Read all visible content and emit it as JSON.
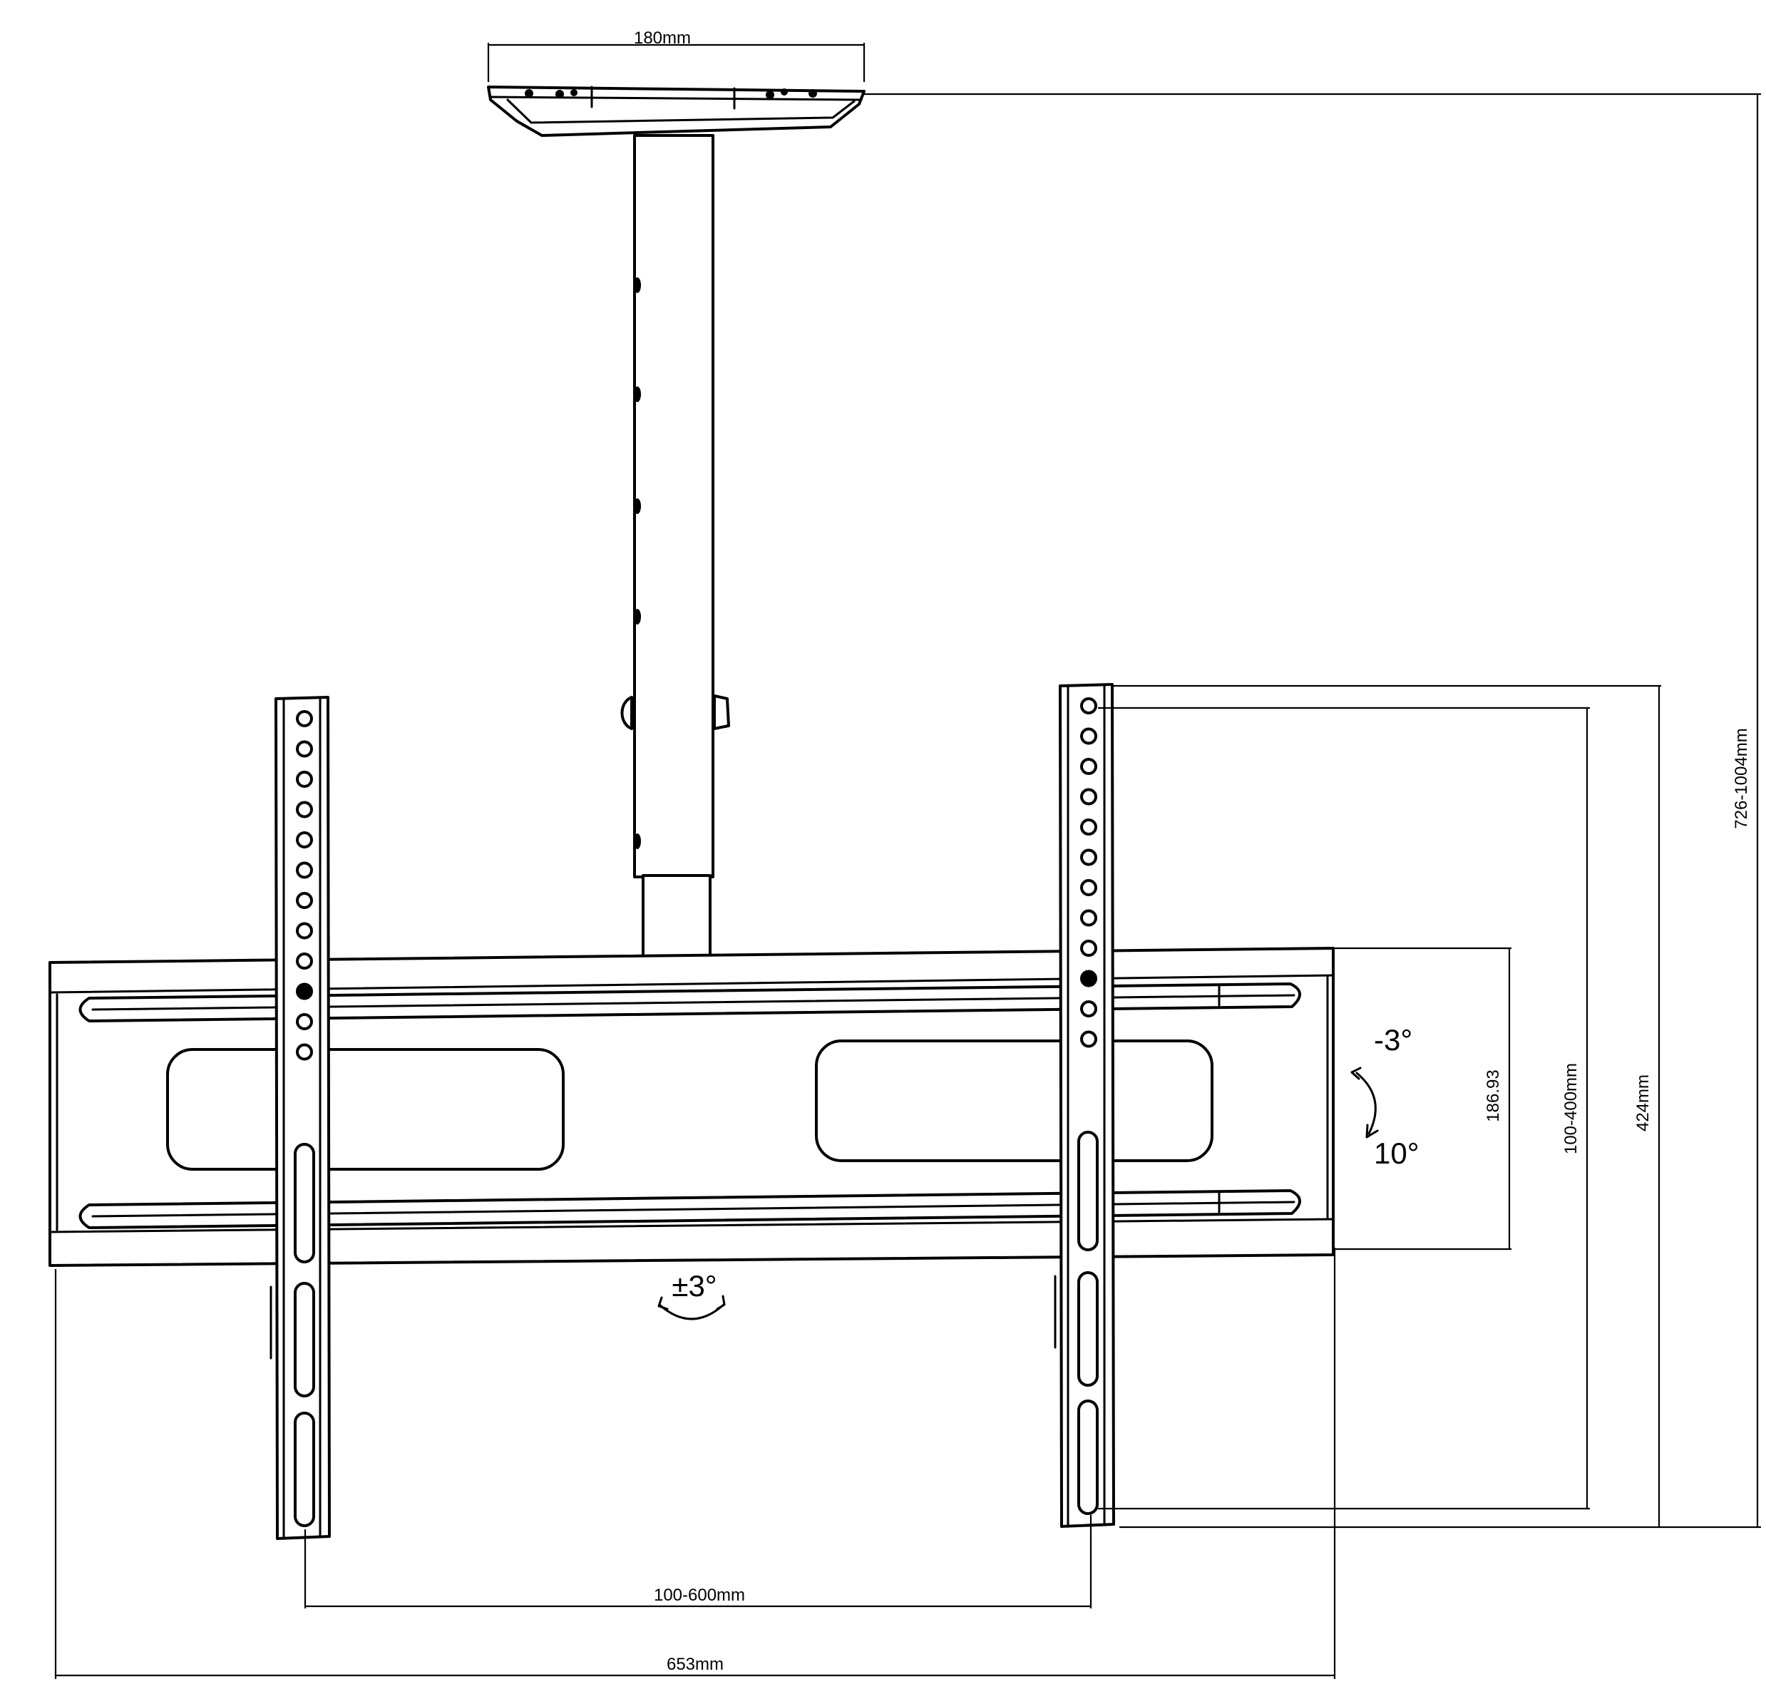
{
  "dimensions": {
    "ceiling_plate_width": "180mm",
    "total_height": "726-1004mm",
    "bracket_height": "424mm",
    "vertical_hole_pattern": "100-400mm",
    "frame_height": "186.93",
    "horizontal_hole_pattern": "100-600mm",
    "frame_width": "653mm"
  },
  "tilt": {
    "up": "-3°",
    "down": "10°"
  },
  "swivel": {
    "label": "±3°"
  }
}
